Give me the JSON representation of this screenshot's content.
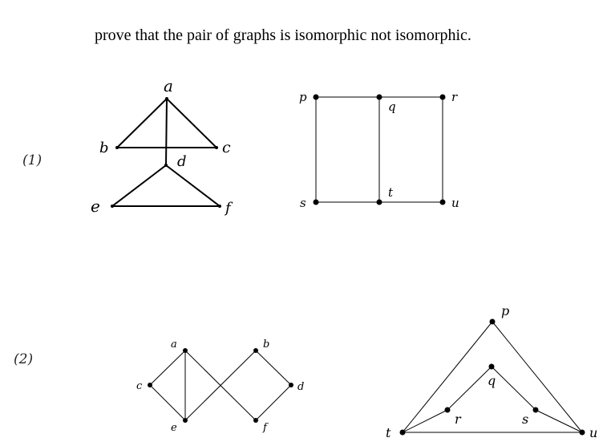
{
  "prompt": "prove that the pair of graphs is isomorphic not isomorphic.",
  "part_labels": [
    "(1)",
    "(2)"
  ],
  "graphs": {
    "g1_left": {
      "vertices": [
        "a",
        "b",
        "c",
        "d",
        "e",
        "f"
      ],
      "edges": [
        [
          "a",
          "b"
        ],
        [
          "a",
          "c"
        ],
        [
          "b",
          "c"
        ],
        [
          "a",
          "d"
        ],
        [
          "d",
          "e"
        ],
        [
          "d",
          "f"
        ],
        [
          "e",
          "f"
        ]
      ]
    },
    "g1_right": {
      "vertices": [
        "p",
        "q",
        "r",
        "s",
        "t",
        "u"
      ],
      "edges": [
        [
          "p",
          "q"
        ],
        [
          "q",
          "r"
        ],
        [
          "p",
          "s"
        ],
        [
          "q",
          "t"
        ],
        [
          "r",
          "u"
        ],
        [
          "s",
          "t"
        ],
        [
          "t",
          "u"
        ]
      ]
    },
    "g2_left": {
      "vertices": [
        "a",
        "b",
        "c",
        "d",
        "e",
        "f"
      ],
      "edges": [
        [
          "a",
          "c"
        ],
        [
          "c",
          "e"
        ],
        [
          "a",
          "e"
        ],
        [
          "a",
          "f"
        ],
        [
          "e",
          "b"
        ],
        [
          "b",
          "d"
        ],
        [
          "d",
          "f"
        ]
      ]
    },
    "g2_right": {
      "vertices": [
        "p",
        "q",
        "r",
        "s",
        "t",
        "u"
      ],
      "edges": [
        [
          "p",
          "t"
        ],
        [
          "p",
          "u"
        ],
        [
          "t",
          "u"
        ],
        [
          "t",
          "r"
        ],
        [
          "r",
          "q"
        ],
        [
          "q",
          "s"
        ],
        [
          "s",
          "u"
        ]
      ]
    }
  }
}
